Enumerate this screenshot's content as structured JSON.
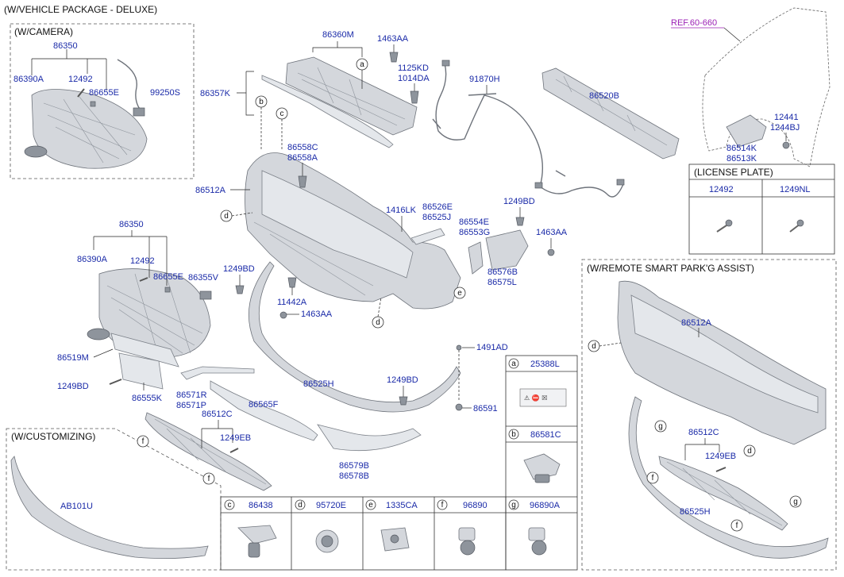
{
  "headers": {
    "main": "(W/VEHICLE PACKAGE - DELUXE)",
    "camera": "(W/CAMERA)",
    "customizing": "(W/CUSTOMIZING)",
    "license_plate": "(LICENSE PLATE)",
    "rspa": "(W/REMOTE SMART PARK'G ASSIST)"
  },
  "ref_label": "REF.60-660",
  "labels": {
    "p86360M": "86360M",
    "p1463AA_top": "1463AA",
    "p1125KD": "1125KD",
    "p1014DA": "1014DA",
    "p91870H": "91870H",
    "p86520B": "86520B",
    "p86357K": "86357K",
    "p86558C": "86558C",
    "p86558A": "86558A",
    "p86512A": "86512A",
    "p1416LK": "1416LK",
    "p86526E": "86526E",
    "p86525J": "86525J",
    "p86554E": "86554E",
    "p86553G": "86553G",
    "p1249BD_mid": "1249BD",
    "p1463AA_right": "1463AA",
    "p86576B": "86576B",
    "p86575L": "86575L",
    "p12441": "12441",
    "p1244BJ": "1244BJ",
    "p86514K": "86514K",
    "p86513K": "86513K",
    "cam_86350": "86350",
    "cam_86390A": "86390A",
    "cam_12492": "12492",
    "cam_86655E": "86655E",
    "cam_99250S": "99250S",
    "g_86350": "86350",
    "g_86390A": "86390A",
    "g_12492": "12492",
    "g_86655E": "86655E",
    "g_86355V": "86355V",
    "g_1249BD": "1249BD",
    "p11442A": "11442A",
    "p1463AA_low": "1463AA",
    "p86519M": "86519M",
    "p1249BD_left": "1249BD",
    "p86555K": "86555K",
    "p86571R": "86571R",
    "p86571P": "86571P",
    "p86565F": "86565F",
    "p86525H": "86525H",
    "p1249BD_low": "1249BD",
    "p1491AD": "1491AD",
    "p86591": "86591",
    "p86512C": "86512C",
    "p1249EB": "1249EB",
    "p86579B": "86579B",
    "p86578B": "86578B",
    "cust_AB101U": "AB101U",
    "lp_12492": "12492",
    "lp_1249NL": "1249NL",
    "r_86512A": "86512A",
    "r_86512C": "86512C",
    "r_1249EB": "1249EB",
    "r_86525H": "86525H"
  },
  "legend": {
    "a": {
      "code": "25388L"
    },
    "b": {
      "code": "86581C"
    },
    "c": {
      "code": "86438"
    },
    "d": {
      "code": "95720E"
    },
    "e": {
      "code": "1335CA"
    },
    "f": {
      "code": "96890"
    },
    "g": {
      "code": "96890A"
    }
  },
  "callouts": [
    "a",
    "b",
    "c",
    "d",
    "e",
    "f",
    "g"
  ]
}
